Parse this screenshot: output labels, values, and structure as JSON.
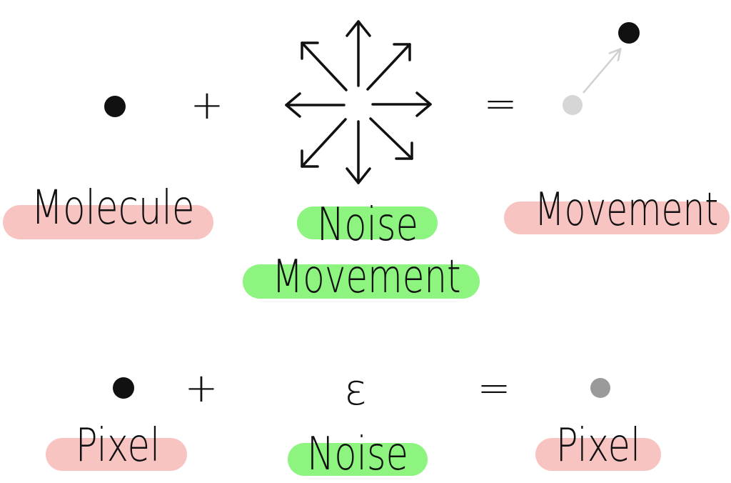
{
  "row1": {
    "molecule_label": "Molecule",
    "noise_label_line1": "Noise",
    "noise_label_line2": "Movement",
    "movement_label": "Movement",
    "plus": "+",
    "equals": "="
  },
  "row2": {
    "pixel_label_left": "Pixel",
    "epsilon_symbol": "ε",
    "noise_label": "Noise",
    "pixel_label_right": "Pixel",
    "plus": "+",
    "equals": "="
  },
  "colors": {
    "pink_highlight": "#f8c4c2",
    "green_highlight": "#8cf47f",
    "ink": "#111111",
    "faded_dot": "#d6d6d6",
    "grey_dot": "#9a9a9a"
  },
  "icons": [
    "dot-icon",
    "noise-arrows-icon",
    "movement-arrow-icon"
  ]
}
